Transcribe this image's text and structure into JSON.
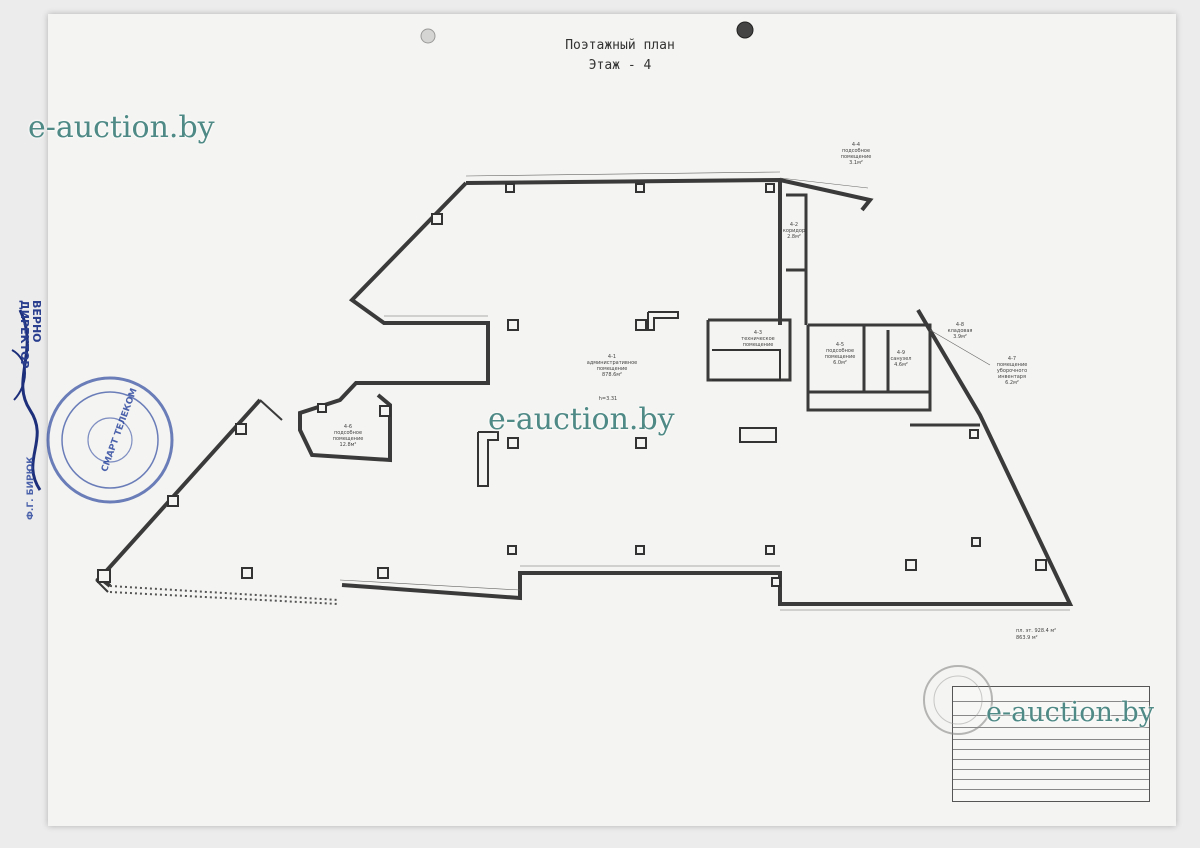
{
  "plan": {
    "title_line1": "Поэтажный план",
    "title_line2": "Этаж - 4",
    "main_room_label": "4-1\nадминистративное\nпомещение\n878.6м²",
    "main_room_height": "h=3.31",
    "room_4_2": "4-2\nкоридор\n2.8м²",
    "room_4_3": "4-3\nтехническое\nпомещение",
    "room_4_4": "4-4\nподсобное\nпомещение\n3.1м²",
    "room_4_5": "4-5\nподсобное\nпомещение\n6.0м²",
    "room_4_6": "4-6\nподсобное\nпомещение\n12.8м²",
    "room_4_7": "4-7\nпомещение\nуборочного\nинвентаря\n6.2м²",
    "room_4_8": "4-8\nкладовая\n3.9м²",
    "room_4_9": "4-9\nсанузел\n4.6м²",
    "area_sum_line1": "пл. эт. 928.4 м²",
    "area_sum_line2": "863.9 м²"
  },
  "watermark": {
    "text": "e-auction.by"
  },
  "stamp": {
    "verno_line1": "ВЕРНО",
    "verno_line2": "ДИРЕКТОР",
    "ring_text": "СМАРТ ТЕЛЕКОМ",
    "director_name": "Ф.Г. БИРЮК"
  }
}
